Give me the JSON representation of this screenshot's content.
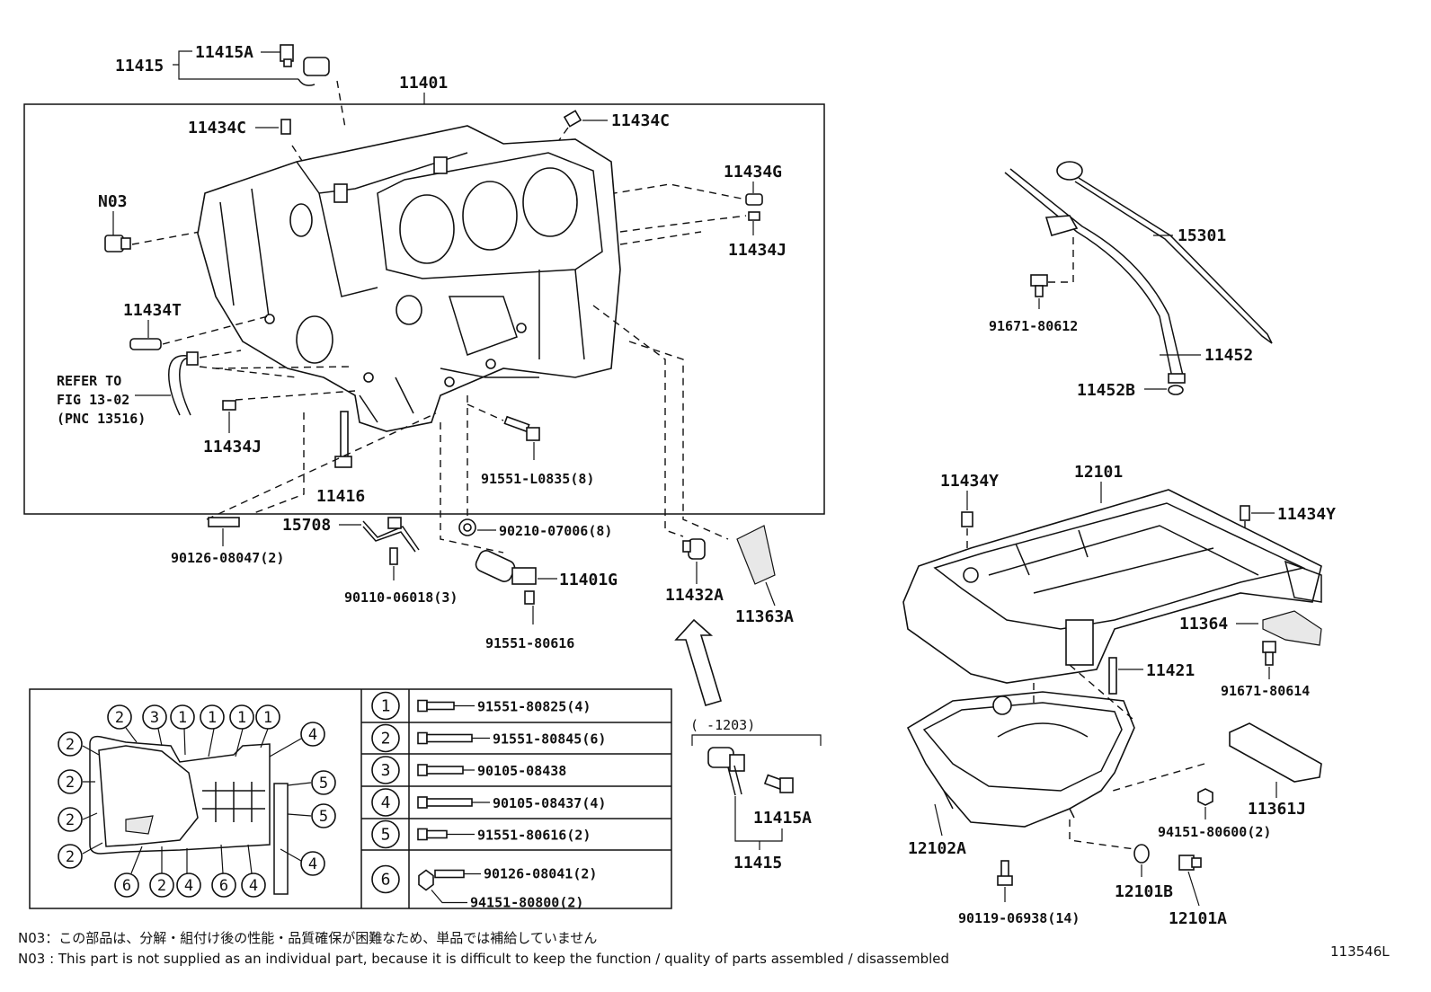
{
  "labels": {
    "p11415_top": "11415",
    "p11415a_top": "11415A",
    "p11401": "11401",
    "p11434c_l": "11434C",
    "p11434c_r": "11434C",
    "n03": "N03",
    "p11434g": "11434G",
    "p11434j_r": "11434J",
    "p11434t": "11434T",
    "refer1": "REFER TO",
    "refer2": "FIG 13-02",
    "refer3": "(PNC 13516)",
    "p11434j_l": "11434J",
    "p11416": "11416",
    "p91551_l0835": "91551-L0835(8)",
    "p15708": "15708",
    "p90210": "90210-07006(8)",
    "p90126_08047": "90126-08047(2)",
    "p90110": "90110-06018(3)",
    "p11401g": "11401G",
    "p91551_80616": "91551-80616",
    "p11432a": "11432A",
    "p11363a": "11363A",
    "p15301": "15301",
    "p91671_80612": "91671-80612",
    "p11452": "11452",
    "p11452b": "11452B",
    "p11434y_l": "11434Y",
    "p12101": "12101",
    "p11434y_r": "11434Y",
    "p11364": "11364",
    "p91671_80614": "91671-80614",
    "p11421": "11421",
    "range": "(      -1203)",
    "p11415a_bot": "11415A",
    "p11415_bot": "11415",
    "p11361j": "11361J",
    "p94151_80600": "94151-80600(2)",
    "p12102a": "12102A",
    "p12101b": "12101B",
    "p12101a": "12101A",
    "p90119": "90119-06938(14)",
    "figure_id": "113546L"
  },
  "legend": [
    {
      "num": "1",
      "part": "91551-80825(4)"
    },
    {
      "num": "2",
      "part": "91551-80845(6)"
    },
    {
      "num": "3",
      "part": "90105-08438"
    },
    {
      "num": "4",
      "part": "90105-08437(4)"
    },
    {
      "num": "5",
      "part": "91551-80616(2)"
    },
    {
      "num": "6",
      "part": "90126-08041(2)",
      "part2": "94151-80800(2)"
    }
  ],
  "bolt_map": {
    "top": [
      "2",
      "3",
      "1",
      "1",
      "1",
      "1"
    ],
    "left": [
      "2",
      "2",
      "2",
      "2"
    ],
    "right": [
      "4",
      "5",
      "5",
      "4"
    ],
    "bottom": [
      "6",
      "2",
      "4",
      "6",
      "4"
    ]
  },
  "notes": {
    "jp": "N03：この部品は、分解・組付け後の性能・品質確保が困難なため、単品では補給していません",
    "en": "N03 : This part is not supplied as an individual part, because it is difficult to keep the function / quality of parts  assembled / disassembled"
  }
}
